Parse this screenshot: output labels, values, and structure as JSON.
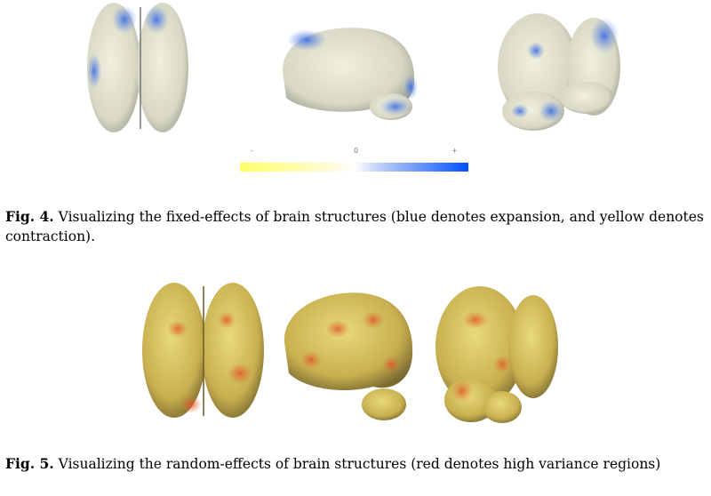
{
  "figure4": {
    "colorbar": {
      "min_label": "-",
      "mid_label": "0",
      "max_label": "+",
      "colors": [
        "#ffff66",
        "#ffffff",
        "#0050ff"
      ]
    },
    "caption_label": "Fig. 4.",
    "caption_text": " Visualizing the fixed-effects of brain structures (blue denotes expansion, and yellow denotes contraction)."
  },
  "figure5": {
    "caption_label": "Fig. 5.",
    "caption_text": " Visualizing the random-effects of brain structures (red denotes high variance regions)"
  }
}
